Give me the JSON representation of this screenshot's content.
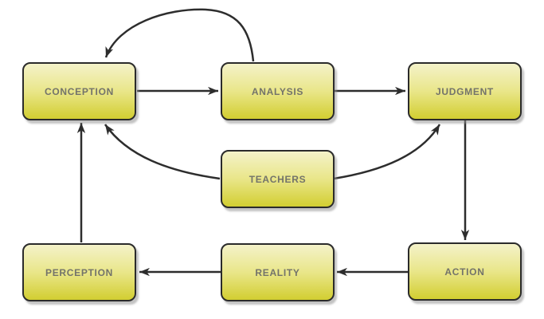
{
  "diagram": {
    "title": "",
    "colors": {
      "background": "#ffffff",
      "node_fill_top": "#f4f2c9",
      "node_fill_bottom": "#d2ce31",
      "node_border": "#2b2b2b",
      "node_shadow": "#919191",
      "label_color": "#73736a",
      "arrow_color": "#2d2d2d"
    },
    "nodes": [
      {
        "id": "conception",
        "label": "CONCEPTION"
      },
      {
        "id": "analysis",
        "label": "ANALYSIS"
      },
      {
        "id": "judgment",
        "label": "JUDGMENT"
      },
      {
        "id": "teachers",
        "label": "TEACHERS"
      },
      {
        "id": "perception",
        "label": "PERCEPTION"
      },
      {
        "id": "reality",
        "label": "REALITY"
      },
      {
        "id": "action",
        "label": "ACTION"
      }
    ],
    "edges": [
      {
        "from": "conception",
        "to": "analysis"
      },
      {
        "from": "analysis",
        "to": "judgment"
      },
      {
        "from": "analysis",
        "to": "conception"
      },
      {
        "from": "teachers",
        "to": "conception"
      },
      {
        "from": "teachers",
        "to": "judgment"
      },
      {
        "from": "judgment",
        "to": "action"
      },
      {
        "from": "action",
        "to": "reality"
      },
      {
        "from": "reality",
        "to": "perception"
      },
      {
        "from": "perception",
        "to": "conception"
      }
    ]
  }
}
